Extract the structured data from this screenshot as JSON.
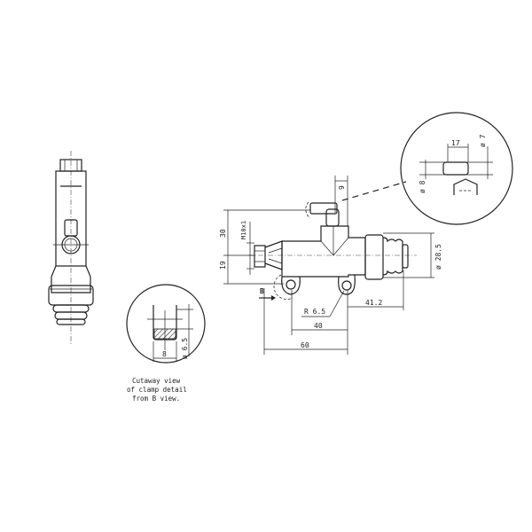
{
  "title": "Master cylinder technical drawing",
  "dimensions": {
    "d9": "9",
    "d30": "30",
    "d19": "19",
    "thread": "M10x1",
    "dia285": "ø 28.5",
    "r65": "R 6.5",
    "d412": "41.2",
    "d40": "40",
    "d60": "60",
    "view_marker": "B"
  },
  "detail_fitting": {
    "d17": "17",
    "dia7": "ø 7",
    "dia8": "ø 8"
  },
  "detail_clamp": {
    "d8": "8",
    "dia65": "ø 6.5",
    "caption": [
      "Cutaway view",
      "of clamp detail",
      "from B view."
    ]
  }
}
